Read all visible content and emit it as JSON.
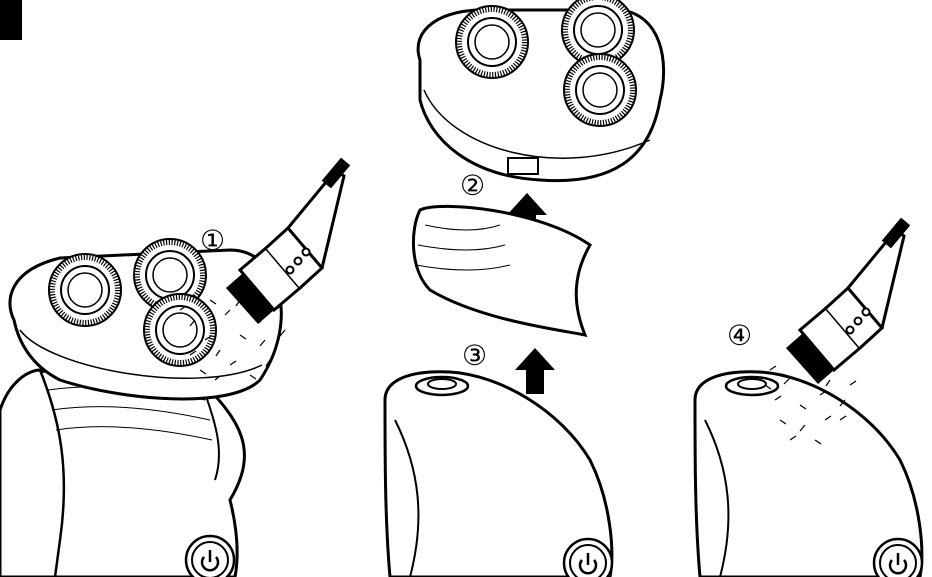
{
  "steps": [
    {
      "number": "①"
    },
    {
      "number": "②"
    },
    {
      "number": "③"
    },
    {
      "number": "④"
    }
  ],
  "icons": {
    "power_button": "power-icon",
    "brush": "cleaning-brush-icon",
    "arrow": "arrow-up-icon"
  },
  "colors": {
    "line": "#000000",
    "background": "#ffffff"
  }
}
